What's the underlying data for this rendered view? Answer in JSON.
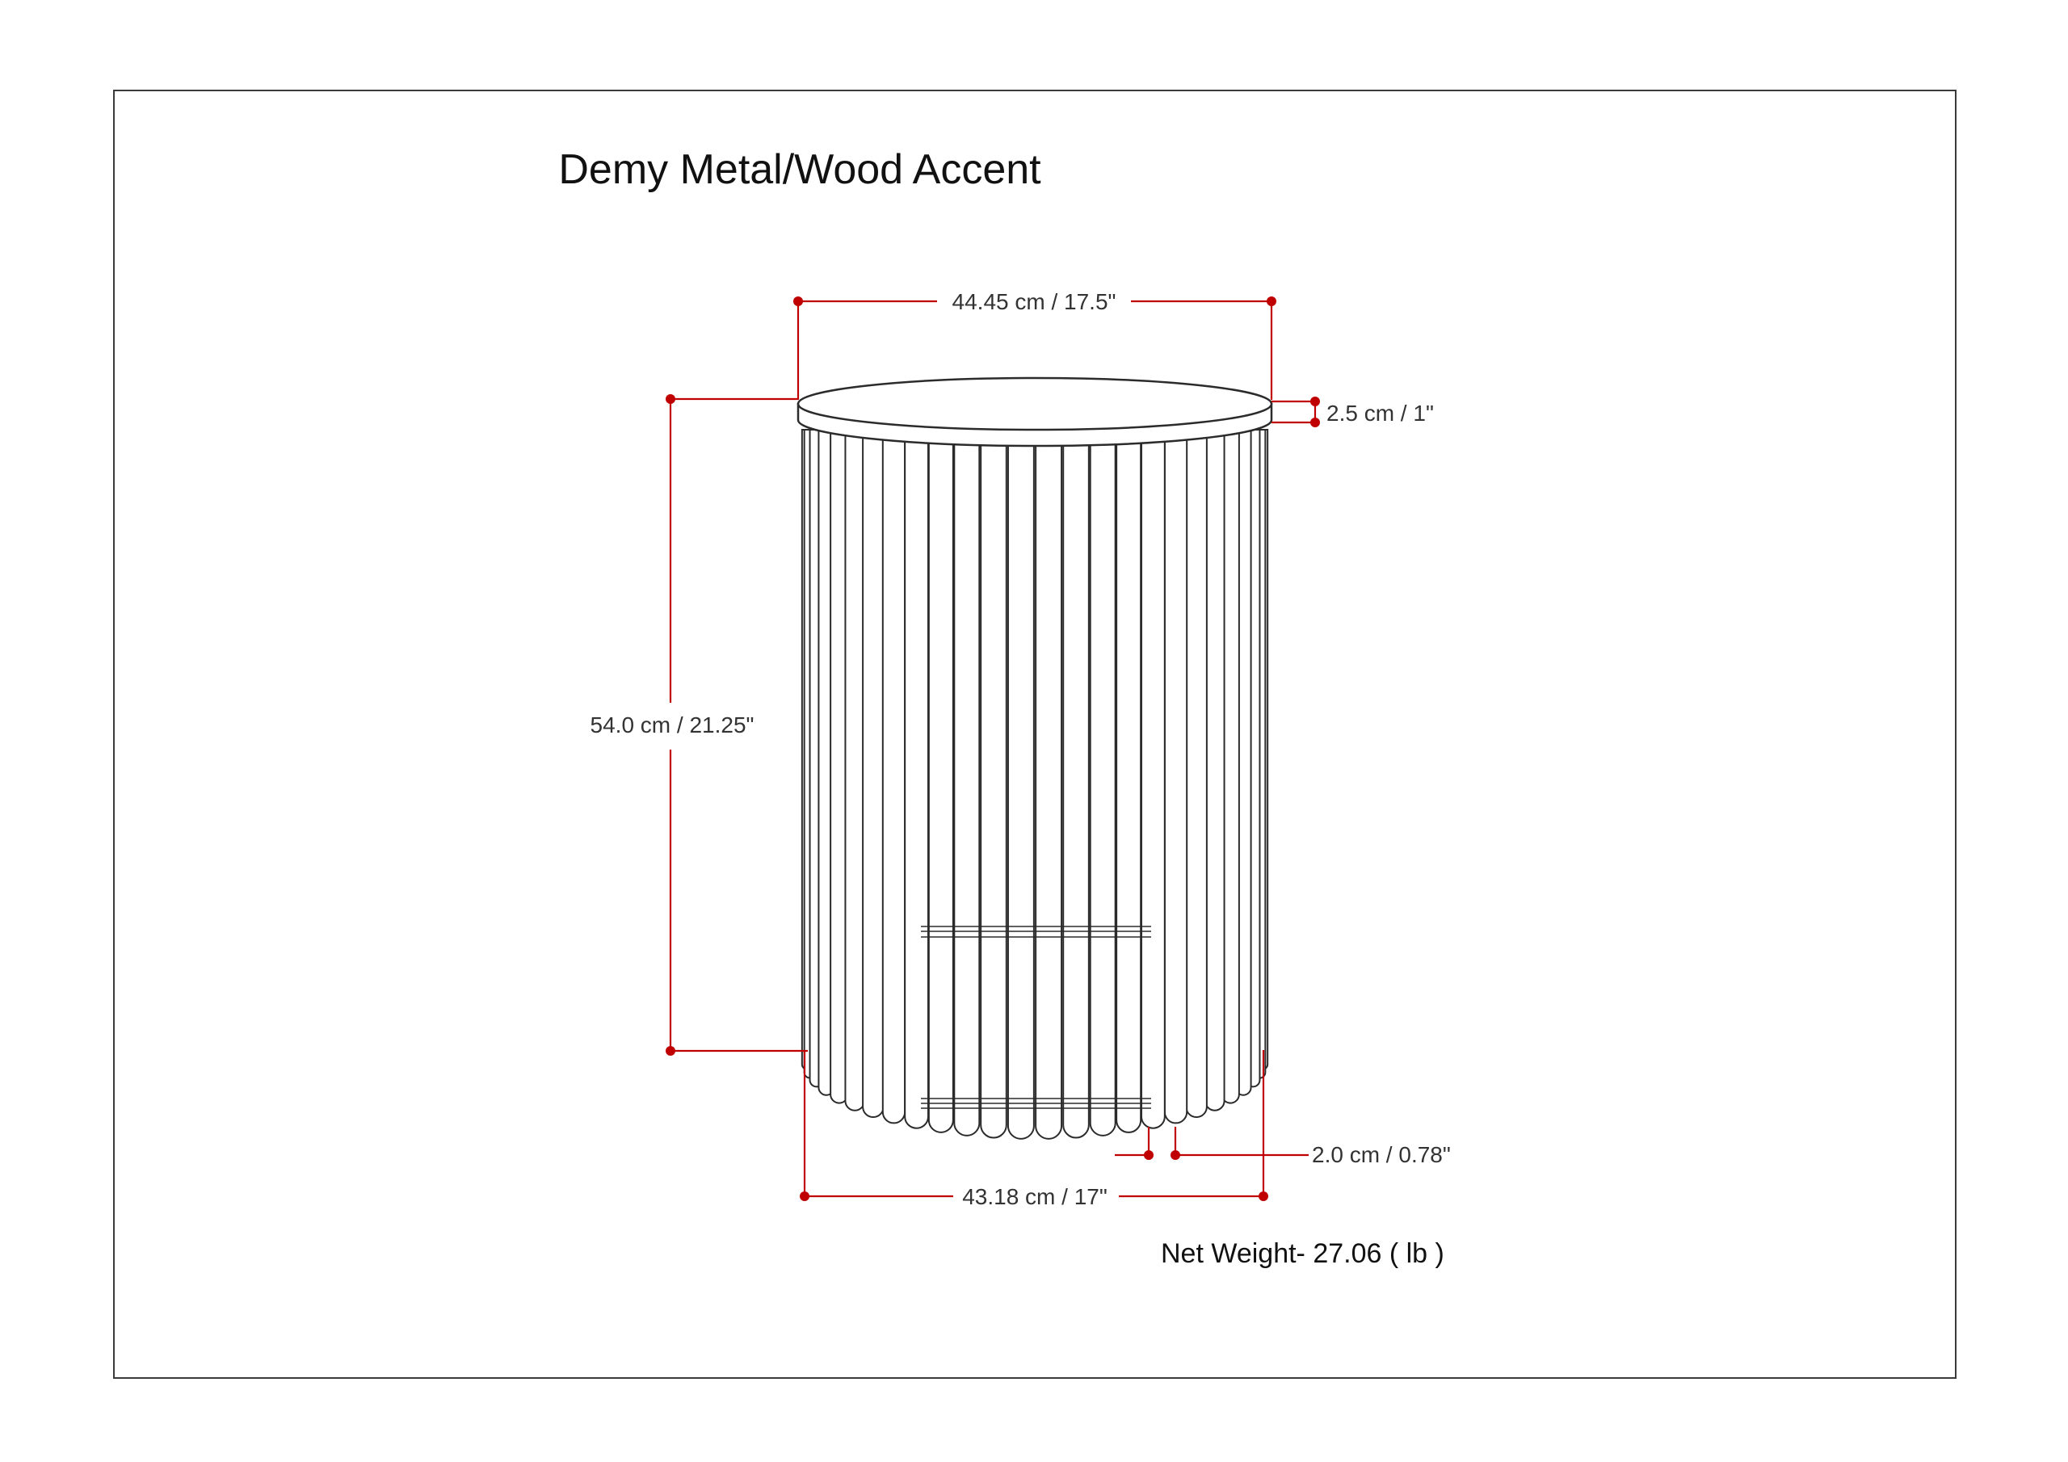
{
  "title": "Demy Metal/Wood Accent",
  "dimensions": {
    "top_width": "44.45 cm / 17.5\"",
    "top_thickness": "2.5 cm / 1\"",
    "height": "54.0 cm / 21.25\"",
    "bottom_width": "43.18 cm / 17\"",
    "rod_width": "2.0 cm / 0.78\""
  },
  "net_weight": "Net Weight- 27.06 ( lb )",
  "colors": {
    "dimension_line": "#c00000",
    "outline": "#2b2b2b"
  }
}
